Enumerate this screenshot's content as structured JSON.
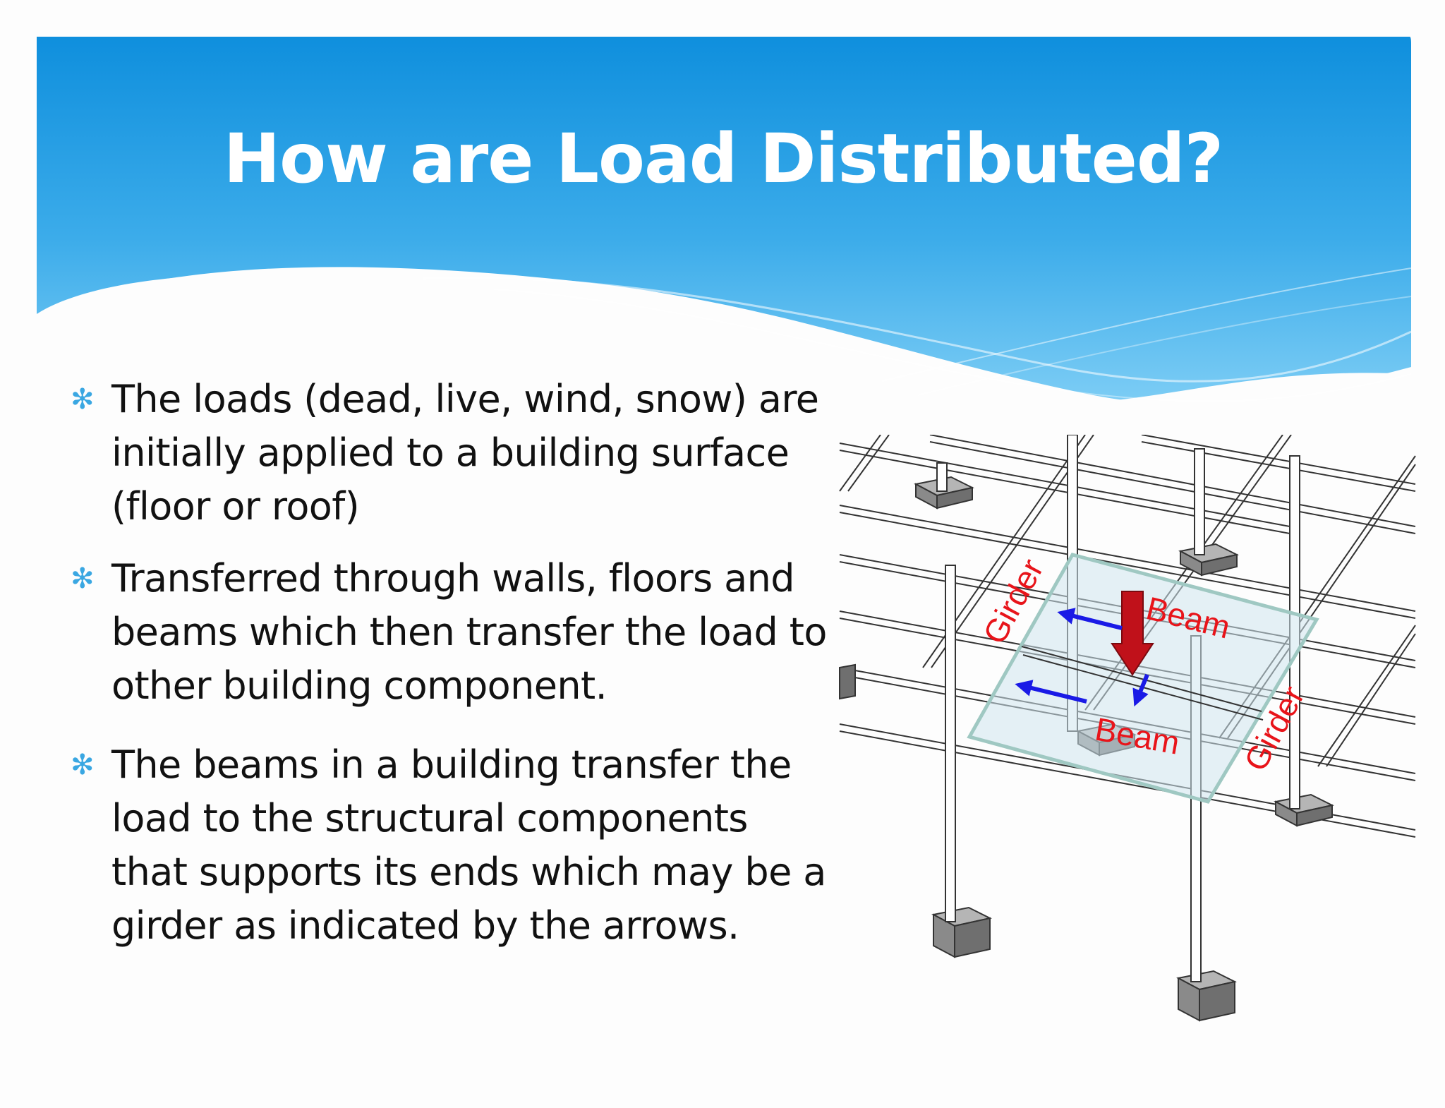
{
  "slide": {
    "title": "How are Load Distributed?",
    "bullets": [
      "The loads (dead, live, wind, snow) are initially applied to a building surface (floor or roof)",
      "Transferred through walls, floors and beams which then transfer the load to other building component.",
      "The beams in a building transfer the load to the structural components that supports its ends which may be a girder as indicated by the arrows."
    ],
    "bullet_icon": "asterisk-bullet-icon"
  },
  "diagram": {
    "labels": {
      "girder_left": "Girder",
      "girder_right": "Girder",
      "beam_top": "Beam",
      "beam_bottom": "Beam"
    },
    "colors": {
      "label": "#e8141a",
      "load_arrow": "#c0111a",
      "transfer_arrow": "#1a1ae6",
      "panel": "#cfe6ee"
    }
  },
  "theme": {
    "header_blue": "#1591df",
    "header_light_blue": "#5cc0f2"
  }
}
